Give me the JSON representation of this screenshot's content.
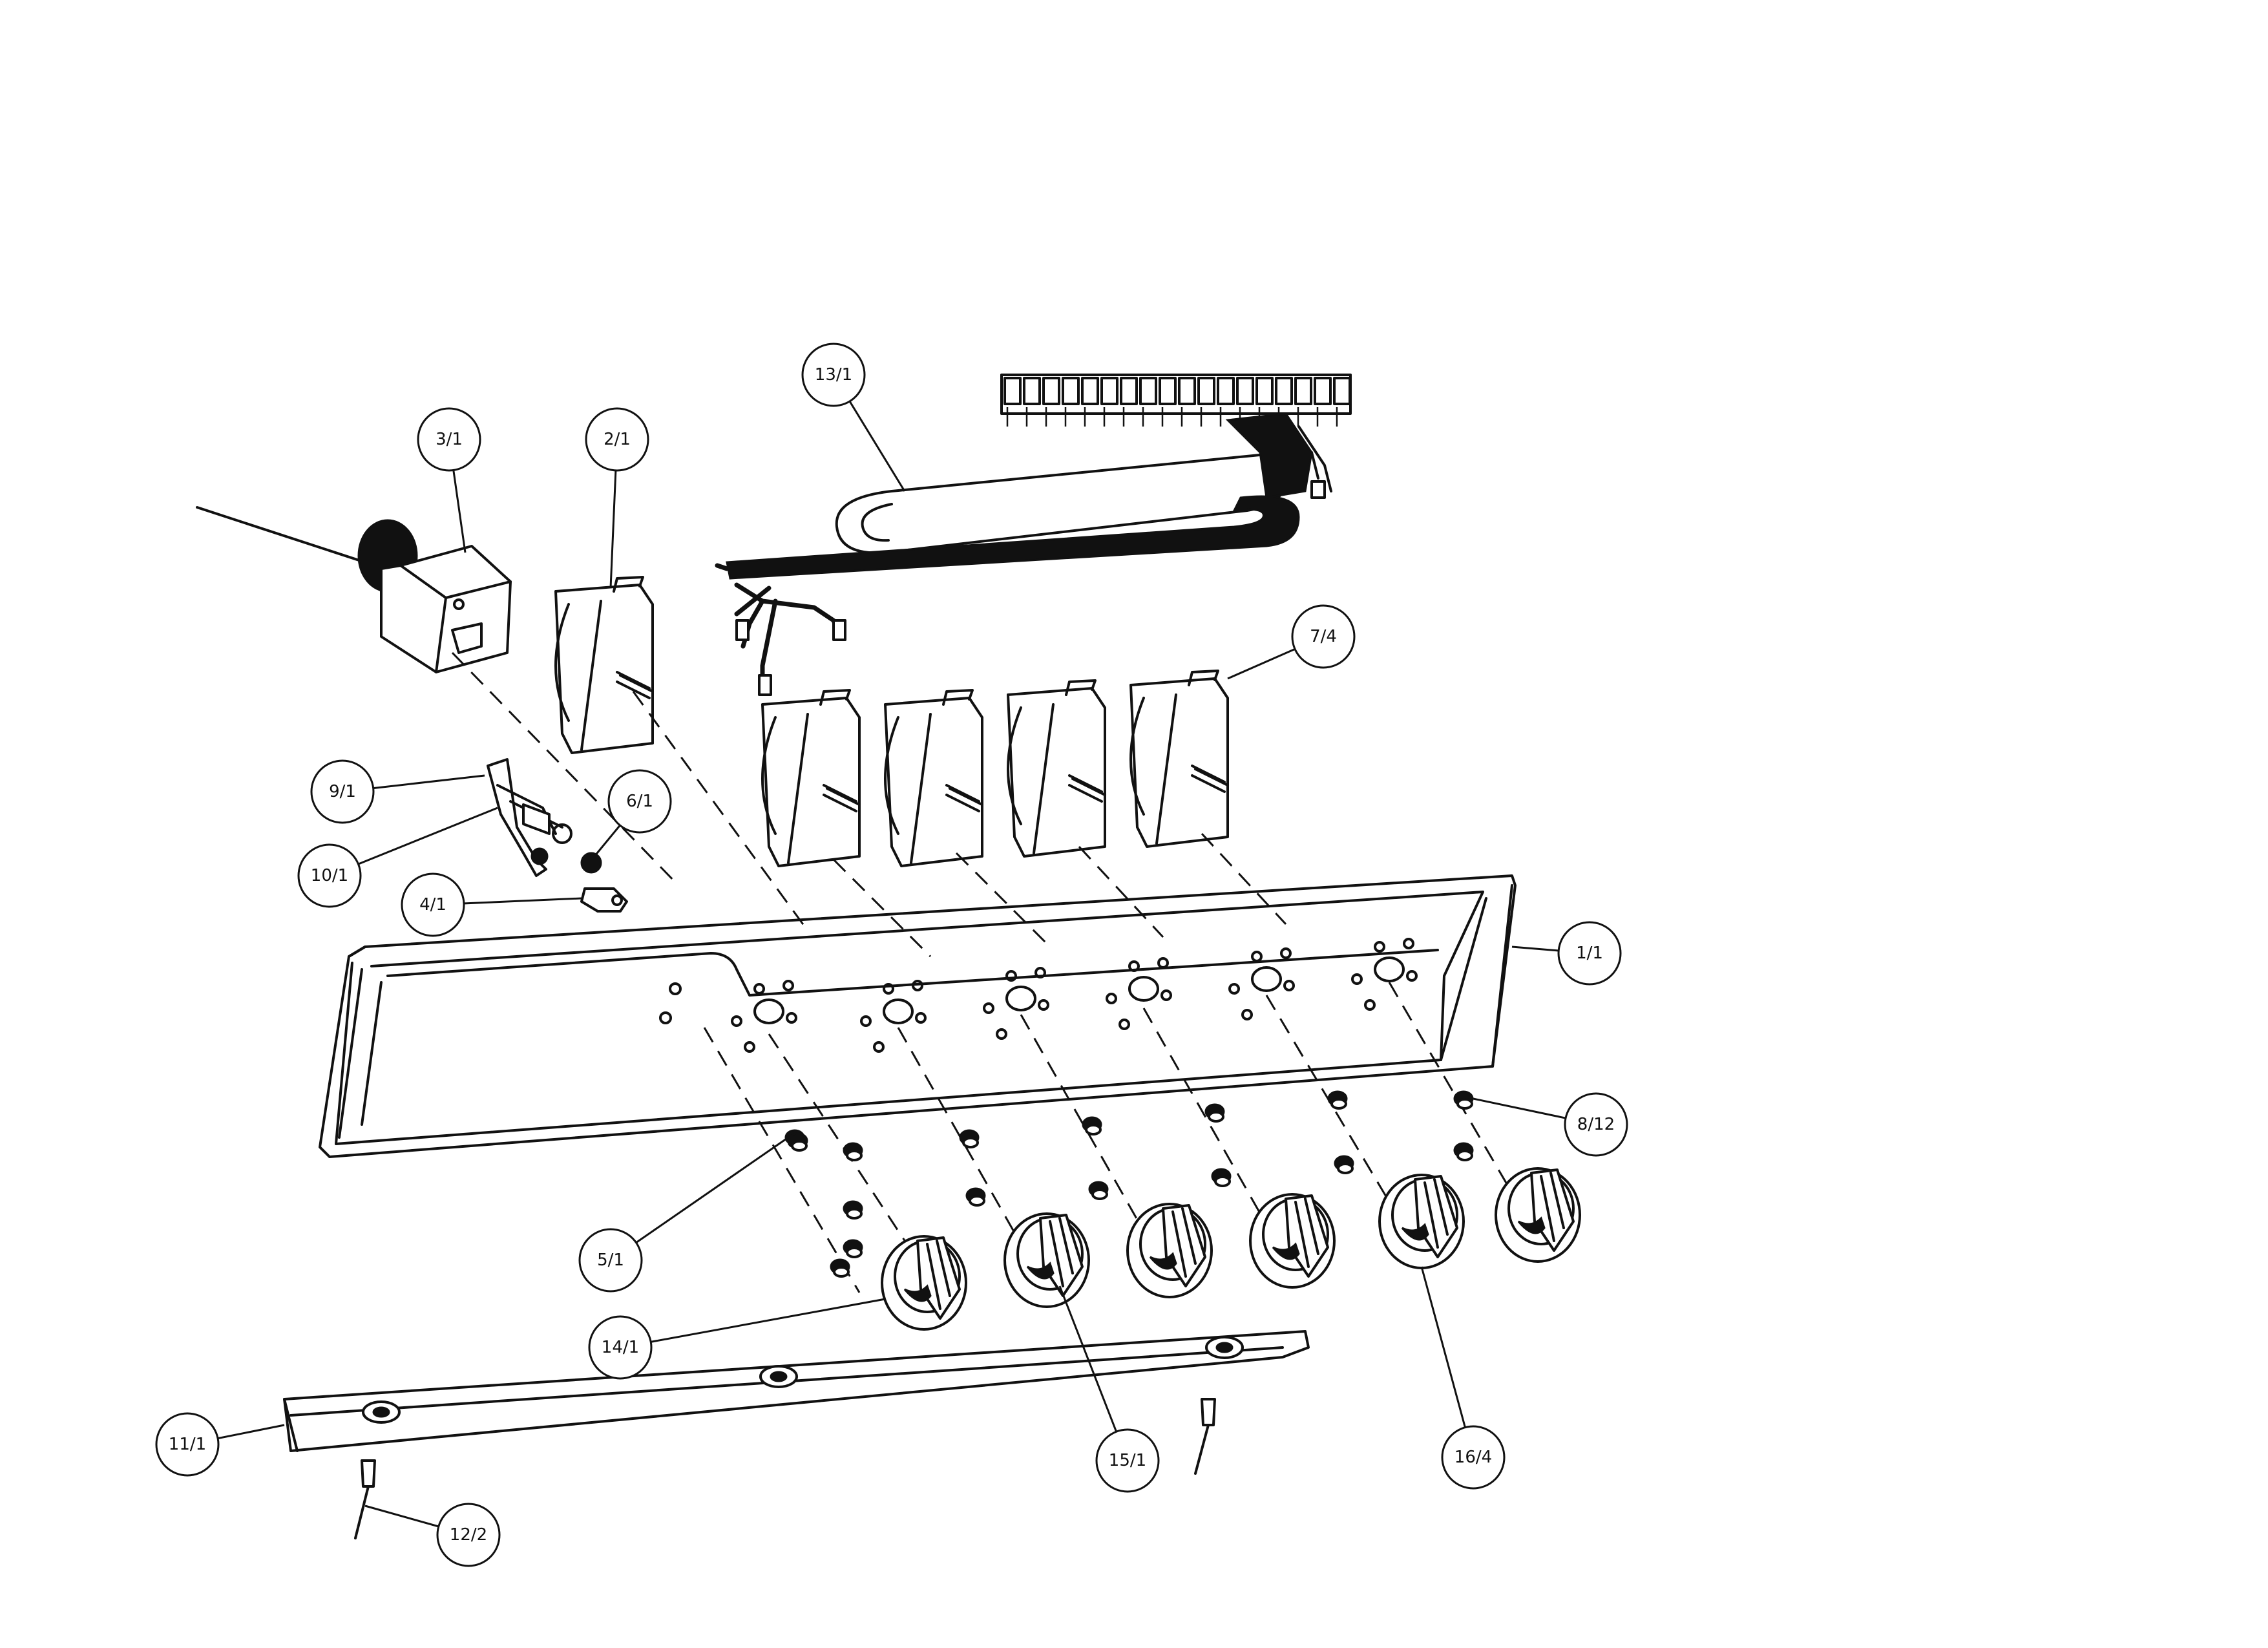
{
  "callouts": [
    {
      "id": "c13",
      "label": "13/1"
    },
    {
      "id": "c3",
      "label": "3/1"
    },
    {
      "id": "c2",
      "label": "2/1"
    },
    {
      "id": "c7",
      "label": "7/4"
    },
    {
      "id": "c9",
      "label": "9/1"
    },
    {
      "id": "c6",
      "label": "6/1"
    },
    {
      "id": "c10",
      "label": "10/1"
    },
    {
      "id": "c4",
      "label": "4/1"
    },
    {
      "id": "c1",
      "label": "1/1"
    },
    {
      "id": "c8",
      "label": "8/12"
    },
    {
      "id": "c5",
      "label": "5/1"
    },
    {
      "id": "c14",
      "label": "14/1"
    },
    {
      "id": "c15",
      "label": "15/1"
    },
    {
      "id": "c16",
      "label": "16/4"
    },
    {
      "id": "c11",
      "label": "11/1"
    },
    {
      "id": "c12",
      "label": "12/2"
    }
  ]
}
